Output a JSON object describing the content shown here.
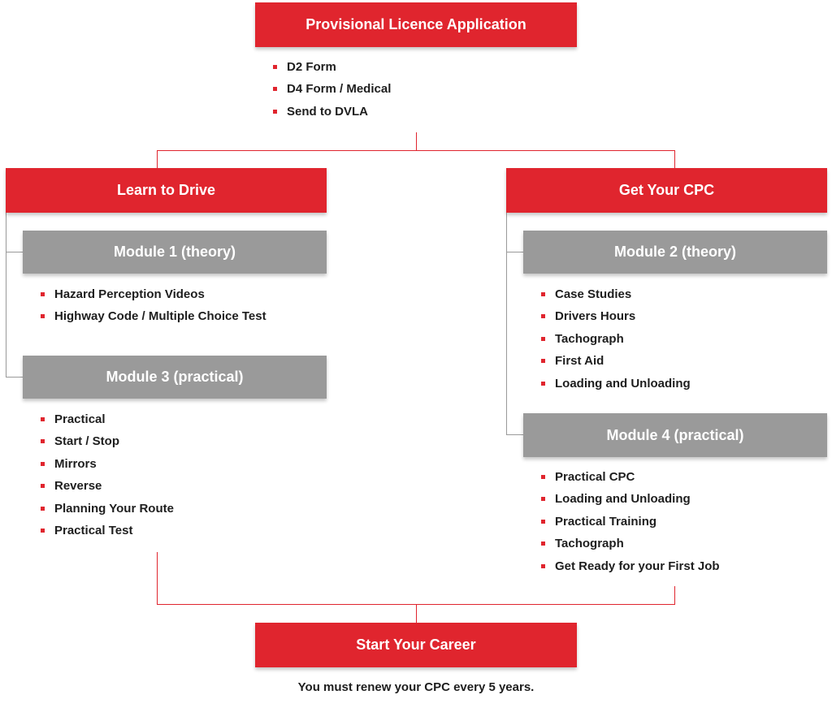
{
  "top": {
    "title": "Provisional Licence Application",
    "items": [
      "D2 Form",
      "D4 Form / Medical",
      "Send to DVLA"
    ]
  },
  "left": {
    "title": "Learn to Drive",
    "module1": {
      "title": "Module 1 (theory)",
      "items": [
        "Hazard Perception Videos",
        "Highway Code / Multiple Choice Test"
      ]
    },
    "module3": {
      "title": "Module 3 (practical)",
      "items": [
        "Practical",
        "Start / Stop",
        "Mirrors",
        "Reverse",
        "Planning Your Route",
        "Practical Test"
      ]
    }
  },
  "right": {
    "title": "Get Your CPC",
    "module2": {
      "title": "Module 2 (theory)",
      "items": [
        "Case Studies",
        "Drivers Hours",
        "Tachograph",
        "First Aid",
        "Loading and Unloading"
      ]
    },
    "module4": {
      "title": "Module 4 (practical)",
      "items": [
        "Practical CPC",
        "Loading and Unloading",
        "Practical Training",
        "Tachograph",
        "Get Ready for your First Job"
      ]
    }
  },
  "bottom": {
    "title": "Start Your Career",
    "note": "You must renew your CPC every 5 years."
  },
  "colors": {
    "accent": "#e0252e",
    "module": "#9a9a9a",
    "text": "#1e1e1e"
  }
}
